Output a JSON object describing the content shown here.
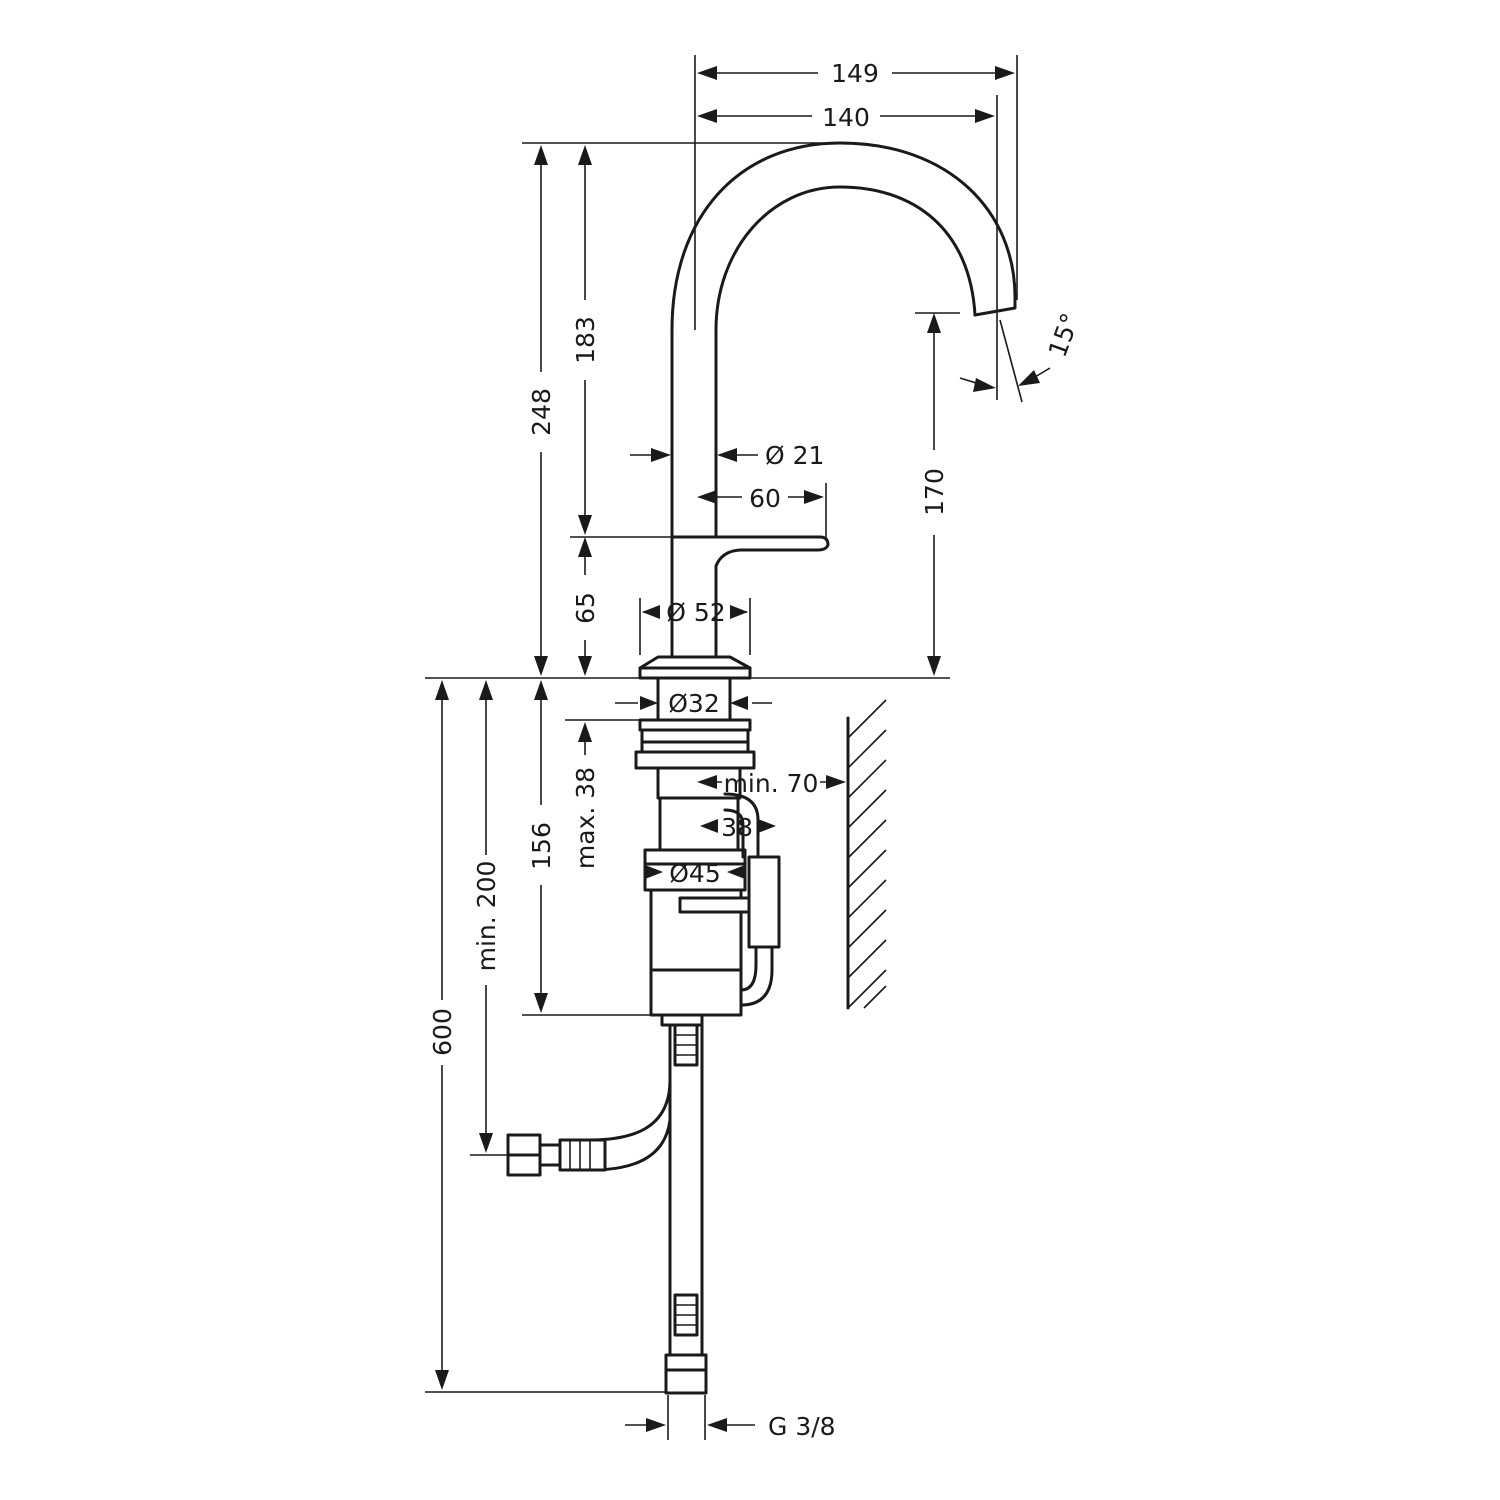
{
  "dimensions": {
    "d149": "149",
    "d140": "140",
    "d248": "248",
    "d183": "183",
    "d65": "65",
    "d170": "170",
    "d15": "15°",
    "d_dia21": "Ø 21",
    "d60": "60",
    "d_dia52": "Ø 52",
    "d_dia32": "Ø32",
    "d_min70": "min. 70",
    "d38": "38",
    "d_max38": "max. 38",
    "d_dia45": "Ø45",
    "d156": "156",
    "d_min200": "min. 200",
    "d600": "600",
    "thread": "G 3/8"
  },
  "colors": {
    "line": "#1a1a1a",
    "background": "#ffffff"
  }
}
